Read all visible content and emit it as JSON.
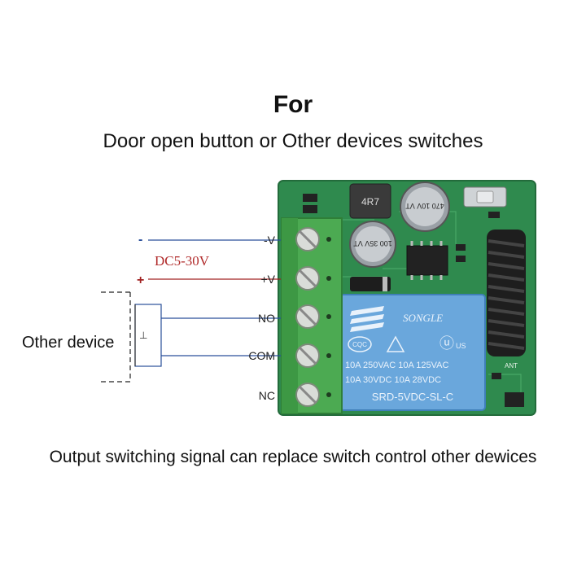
{
  "header": {
    "title": "For",
    "subtitle": "Door open button or Other devices switches"
  },
  "caption": "Output switching signal can replace switch control other dewices",
  "wiring": {
    "minus_sign": "-",
    "plus_sign": "+",
    "voltage_label": "DC5-30V",
    "terminals": [
      "-V",
      "+V",
      "NO",
      "COM",
      "NC"
    ],
    "device_label": "Other device"
  },
  "board": {
    "relay_brand": "SONGLE",
    "relay_cert_cqc": "CQC",
    "relay_cert_ul": "US",
    "relay_spec_line1": "10A 250VAC  10A 125VAC",
    "relay_spec_line2": "10A  30VDC  10A  28VDC",
    "relay_model": "SRD-5VDC-SL-C",
    "capacitor_large": "470 10V VT",
    "capacitor_small": "100 35V VT",
    "inductor": "4R7",
    "antenna_label": "ANT"
  },
  "colors": {
    "pcb": "#2f8a4e",
    "terminal_block": "#4caa52",
    "relay": "#6aa7dc",
    "minus_wire": "#2a4f9a",
    "plus_wire": "#a02020",
    "voltage_text": "#b02a2a"
  }
}
